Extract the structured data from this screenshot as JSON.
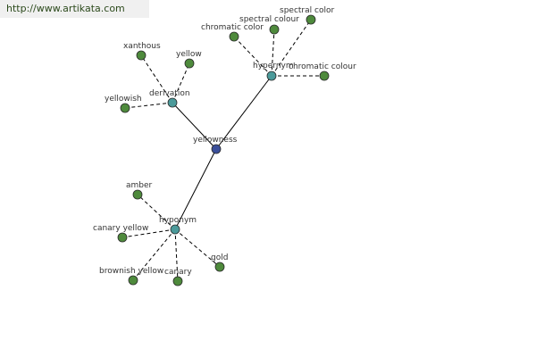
{
  "watermark": "http://www.artikata.com",
  "colors": {
    "center": "#3b4f9a",
    "relation": "#4b9a9a",
    "leaf": "#4e8a3c"
  },
  "nodes": {
    "center": "yellowness",
    "derivation": "derivation",
    "hypernym": "hypernym",
    "hyponym": "hyponym",
    "xanthous": "xanthous",
    "yellow": "yellow",
    "yellowish": "yellowish",
    "chromatic_color": "chromatic color",
    "spectral_colour": "spectral colour",
    "spectral_color": "spectral color",
    "chromatic_colour": "chromatic colour",
    "amber": "amber",
    "canary_yellow": "canary yellow",
    "brownish_yellow": "brownish yellow",
    "canary": "canary",
    "gold": "gold"
  }
}
